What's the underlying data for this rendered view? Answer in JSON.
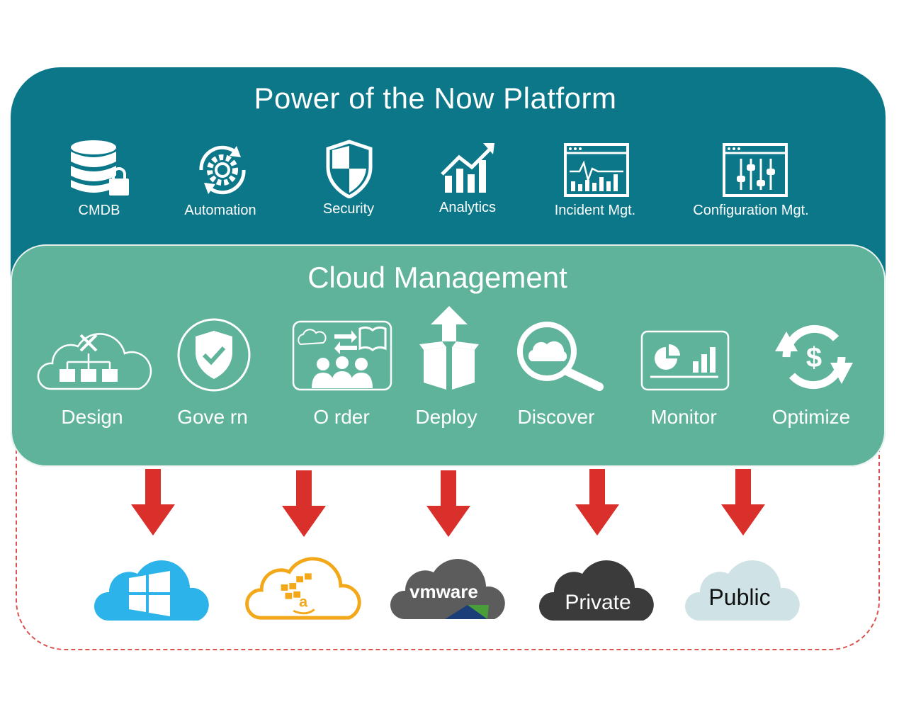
{
  "platform": {
    "title": "Power of the Now Platform",
    "items": [
      {
        "label": "CMDB",
        "icon": "database-lock-icon"
      },
      {
        "label": "Automation",
        "icon": "gear-cycle-icon"
      },
      {
        "label": "Security",
        "icon": "shield-icon"
      },
      {
        "label": "Analytics",
        "icon": "bar-chart-trend-icon"
      },
      {
        "label": "Incident Mgt.",
        "icon": "pulse-window-icon"
      },
      {
        "label": "Configuration Mgt.",
        "icon": "sliders-window-icon"
      }
    ]
  },
  "cloud_management": {
    "title": "Cloud Management",
    "items": [
      {
        "label": "Design",
        "icon": "cloud-hierarchy-tools-icon"
      },
      {
        "label": "Gove rn",
        "icon": "shield-check-icon"
      },
      {
        "label": "O rder",
        "icon": "people-catalog-icon"
      },
      {
        "label": "Deploy",
        "icon": "box-up-arrow-icon"
      },
      {
        "label": "Discover",
        "icon": "magnifier-cloud-icon"
      },
      {
        "label": "Monitor",
        "icon": "dashboard-window-icon"
      },
      {
        "label": "Optimize",
        "icon": "dollar-cycle-icon"
      }
    ]
  },
  "targets": {
    "arrow_color": "#d9302c",
    "clouds": [
      {
        "name": "windows",
        "icon": "windows-logo-icon",
        "color": "#2cb4ea"
      },
      {
        "name": "aws",
        "icon": "amazon-logo-icon",
        "color": "#f3a81a"
      },
      {
        "name": "vmware",
        "label": "vmware",
        "color": "#5c5c5c"
      },
      {
        "name": "private",
        "label": "Private",
        "color": "#3b3b3b"
      },
      {
        "name": "public",
        "label": "Public",
        "color": "#cfe3e6"
      }
    ]
  }
}
